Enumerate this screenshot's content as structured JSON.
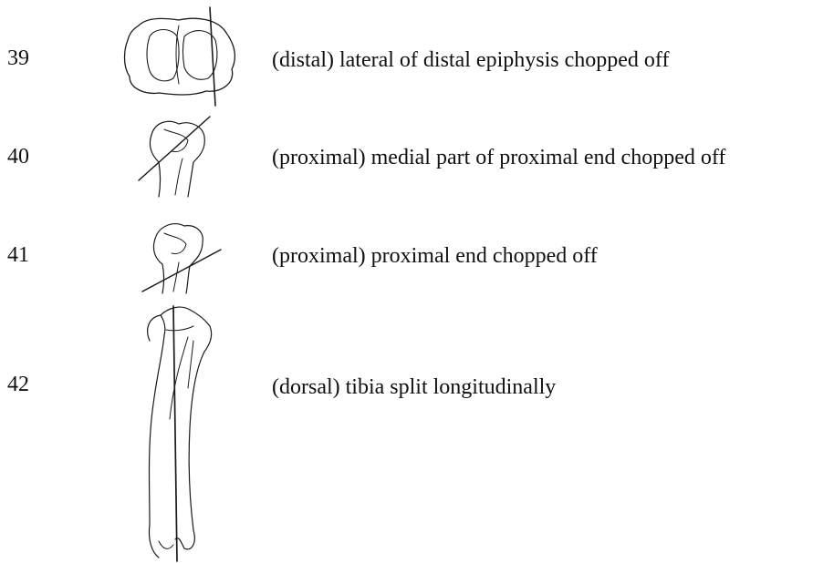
{
  "entries": [
    {
      "number": "39",
      "description": "(distal) lateral of distal epiphysis chopped off",
      "icon": "distal-epiphysis-sketch-icon"
    },
    {
      "number": "40",
      "description": "(proximal) medial part of proximal end chopped off",
      "icon": "proximal-end-sketch-icon"
    },
    {
      "number": "41",
      "description": "(proximal) proximal end chopped off",
      "icon": "proximal-end-sketch-icon"
    },
    {
      "number": "42",
      "description": "(dorsal) tibia split longitudinally",
      "icon": "tibia-sketch-icon"
    }
  ]
}
